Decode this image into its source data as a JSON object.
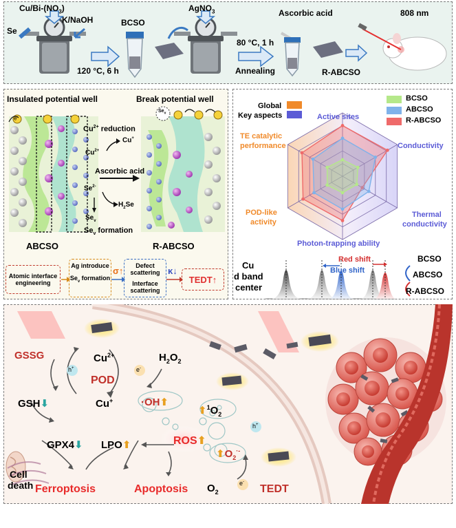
{
  "synthesis": {
    "precursor": "Cu/Bi-(NO",
    "precursor_sub": "3",
    "precursor_close": ")",
    "selenium": "Se",
    "base": "K/NaOH",
    "step1_condition": "120 °C, 6 h",
    "bcso_label": "BCSO",
    "agno3": "AgNO",
    "agno3_sub": "3",
    "step2_condition": "80 °C, 1 h",
    "annealing": "Annealing",
    "ascorbic_acid": "Ascorbic acid",
    "r_abcso_label": "R-ABCSO",
    "laser": "808 nm"
  },
  "mechanism": {
    "insulated_title": "Insulated potential well",
    "break_title": "Break potential well",
    "electron": "e",
    "electron_sup": "-",
    "cu_reduction": "Cu",
    "cu_reduction_sup": "2+",
    "cu_reduction_tail": " reduction",
    "cu2_ion": "Cu",
    "cu2_ion_sup": "2+",
    "cu_plus": "Cu",
    "cu_plus_sup": "+",
    "ascorbic": "Ascorbic acid",
    "se2_ion": "Se",
    "se2_ion_sup": "2-",
    "h2se_pre": "H",
    "h2se_sub": "2",
    "h2se_post": "Se",
    "sev": "Se",
    "sev_sub": "v",
    "sev_formation": "Se",
    "sev_formation_sub": "v",
    "sev_formation_tail": " formation",
    "sev_bubble": "Se",
    "sev_bubble_sub": "v",
    "abcso": "ABCSO",
    "r_abcso": "R-ABCSO"
  },
  "flow": {
    "box1": "Atomic interface engineering",
    "box2a": "Ag introduce",
    "box2b": "Se",
    "box2b_sub": "v",
    "box2b_tail": " formation",
    "sigma": "σ↑",
    "box3a": "Defect scattering",
    "box3b": "Interface scattering",
    "kappa": "κ↓",
    "result": "TEDT↑"
  },
  "radar": {
    "legend_global": "Global",
    "legend_key": "Key aspects",
    "legend_series": [
      "BCSO",
      "ABCSO",
      "R-ABCSO"
    ],
    "axes": {
      "active_sites": "Active sites",
      "conductivity": "Conductivity",
      "thermal_1": "Thermal",
      "thermal_2": "conductivity",
      "photon": "Photon-trapping ability",
      "pod_1": "POD-like",
      "pod_2": "activity",
      "te_1": "TE catalytic",
      "te_2": "performance"
    },
    "colors": {
      "global": "#f08a2a",
      "key": "#5b5bd6",
      "bcso": "#b5e88a",
      "abcso": "#7fb2ea",
      "rabcso": "#ef6a6a"
    }
  },
  "chart_data": {
    "type": "radar",
    "title": "",
    "axes": [
      "Active sites",
      "Conductivity",
      "Thermal conductivity",
      "Photon-trapping ability",
      "POD-like activity",
      "TE catalytic performance"
    ],
    "levels": 5,
    "series": [
      {
        "name": "BCSO",
        "values": [
          1.3,
          1.4,
          1.3,
          1.3,
          1.4,
          1.4
        ]
      },
      {
        "name": "ABCSO",
        "values": [
          3.0,
          3.0,
          2.4,
          2.6,
          2.6,
          2.7
        ]
      },
      {
        "name": "R-ABCSO",
        "values": [
          4.0,
          4.1,
          1.8,
          3.5,
          3.6,
          3.7
        ]
      }
    ],
    "rmax": 5
  },
  "dband": {
    "label_1": "Cu",
    "label_2": "d band",
    "label_3": "center",
    "red_shift": "Red shift",
    "blue_shift": "Blue shift",
    "legend": [
      "BCSO",
      "ABCSO",
      "R-ABCSO"
    ]
  },
  "therapy": {
    "gssg": "GSSG",
    "gsh": "GSH",
    "gpx4": "GPX4",
    "cell_1": "Cell",
    "cell_2": "death",
    "ferroptosis": "Ferroptosis",
    "apoptosis": "Apoptosis",
    "cu2": "Cu",
    "cu2_sup": "2+",
    "pod": "POD",
    "cu_plus": "Cu",
    "cu_plus_sup": "+",
    "h_plus": "h",
    "h_plus_sup": "+",
    "e_minus": "e",
    "e_minus_sup": "-",
    "h2o2_pre": "H",
    "h2o2_sub": "2",
    "h2o2_mid": "O",
    "h2o2_sub2": "2",
    "oh": "·OH",
    "singlet": "O",
    "singlet_sup": "1",
    "singlet_sub": "2",
    "lpo": "LPO",
    "ros": "ROS",
    "superoxide": "O",
    "superoxide_sub": "2",
    "superoxide_sup": "·-",
    "o2": "O",
    "o2_sub": "2",
    "tedt": "TEDT"
  }
}
